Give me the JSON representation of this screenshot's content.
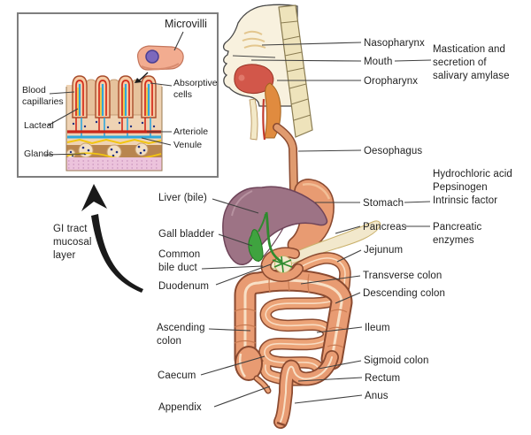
{
  "title": "Digestive system (GI tract) labelled diagram with mucosal-layer inset",
  "inset": {
    "microvilli": "Microvilli",
    "blood_capillaries": "Blood\ncapillaries",
    "lacteal": "Lacteal",
    "glands": "Glands",
    "absorptive_cells": "Absorptive\ncells",
    "arteriole": "Arteriole",
    "venule": "Venule"
  },
  "notes": {
    "gi_tract": "GI tract\nmucosal\nlayer",
    "mouth_function": "Mastication and\nsecretion of\nsalivary amylase",
    "stomach_secretions": "Hydrochloric acid\nPepsinogen\nIntrinsic factor",
    "pancreas_secretion": "Pancreatic\nenzymes"
  },
  "labels": {
    "nasopharynx": "Nasopharynx",
    "mouth": "Mouth",
    "oropharynx": "Oropharynx",
    "oesophagus": "Oesophagus",
    "stomach": "Stomach",
    "pancreas": "Pancreas",
    "jejunum": "Jejunum",
    "transverse_colon": "Transverse colon",
    "descending_colon": "Descending colon",
    "ileum": "Ileum",
    "sigmoid_colon": "Sigmoid colon",
    "rectum": "Rectum",
    "anus": "Anus",
    "liver": "Liver (bile)",
    "gall_bladder": "Gall bladder",
    "common_bile_duct": "Common\nbile duct",
    "duodenum": "Duodenum",
    "ascending_colon": "Ascending\ncolon",
    "caecum": "Caecum",
    "appendix": "Appendix"
  },
  "colors": {
    "organ_salmon": "#E89B72",
    "organ_outline": "#8A4A30",
    "liver_mauve": "#9D7385",
    "pancreas_cream": "#F2E8CC",
    "bile_green": "#3FA33F",
    "vertebrae": "#EEE3BB",
    "tongue_red": "#D2574A",
    "pharynx_orange": "#E08B3F",
    "capillary_red": "#D32B1B",
    "lacteal_blue": "#2FA8DC",
    "vessel_yellow": "#F2C511"
  }
}
